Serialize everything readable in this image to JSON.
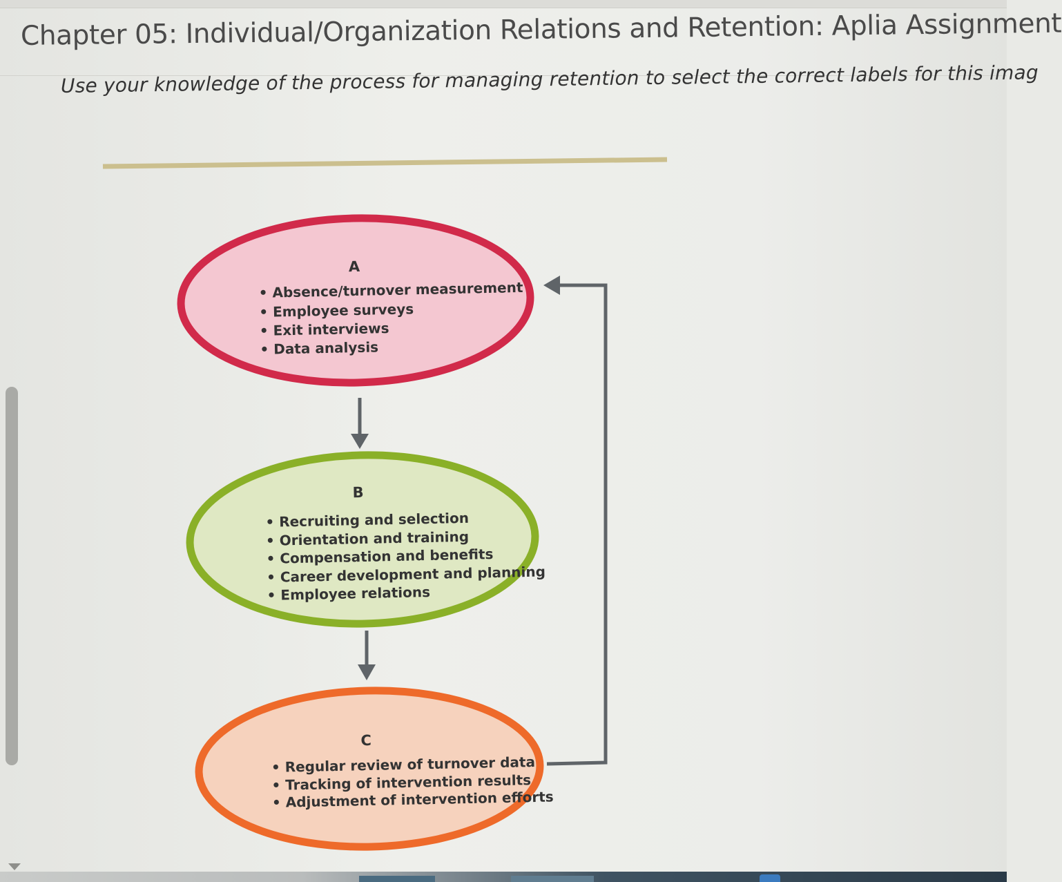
{
  "header": {
    "title": "Chapter 05: Individual/Organization Relations and Retention: Aplia Assignment"
  },
  "question": {
    "instruction": "Use your knowledge of the process for managing retention to select the correct labels for this imag"
  },
  "diagram": {
    "nodes": [
      {
        "label": "A",
        "items": [
          "• Absence/turnover measurement",
          "• Employee surveys",
          "• Exit interviews",
          "• Data analysis"
        ],
        "stroke": "#d12a4a",
        "fill": "#f4c7d1"
      },
      {
        "label": "B",
        "items": [
          "• Recruiting and selection",
          "• Orientation and training",
          "• Compensation and benefits",
          "• Career development and planning",
          "• Employee relations"
        ],
        "stroke": "#8ab028",
        "fill": "#dfe8c3"
      },
      {
        "label": "C",
        "items": [
          "• Regular review of turnover data",
          "• Tracking of intervention results",
          "• Adjustment of intervention efforts"
        ],
        "stroke": "#ee6a2a",
        "fill": "#f6d2bd"
      }
    ],
    "arrow_color": "#5f6468",
    "rule_color": "#cbbf8e"
  }
}
